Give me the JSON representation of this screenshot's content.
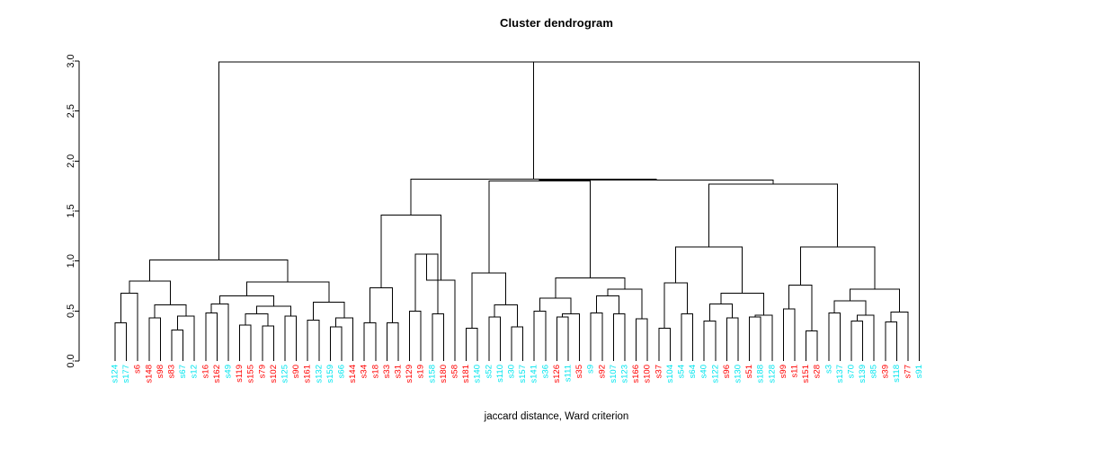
{
  "chart_data": {
    "type": "dendrogram",
    "title": "Cluster dendrogram",
    "xlabel": "jaccard distance, Ward criterion",
    "ylabel": "",
    "ylim": [
      0.0,
      3.0
    ],
    "yticks": [
      "0.0",
      "0.5",
      "1.0",
      "1.5",
      "2.0",
      "2.5",
      "3.0"
    ],
    "ytick_values": [
      0.0,
      0.5,
      1.0,
      1.5,
      2.0,
      2.5,
      3.0
    ],
    "grid": false,
    "legend": "none",
    "n_leaves": 72,
    "label_colors": {
      "group_a": "#00E5EE",
      "group_b": "#FF0000"
    },
    "leaves": [
      {
        "label": "s124",
        "color": "#00E5EE"
      },
      {
        "label": "s177",
        "color": "#00E5EE"
      },
      {
        "label": "s6",
        "color": "#FF0000"
      },
      {
        "label": "s148",
        "color": "#FF0000"
      },
      {
        "label": "s98",
        "color": "#FF0000"
      },
      {
        "label": "s83",
        "color": "#FF0000"
      },
      {
        "label": "s67",
        "color": "#00E5EE"
      },
      {
        "label": "s12",
        "color": "#00E5EE"
      },
      {
        "label": "s16",
        "color": "#FF0000"
      },
      {
        "label": "s162",
        "color": "#FF0000"
      },
      {
        "label": "s49",
        "color": "#00E5EE"
      },
      {
        "label": "s119",
        "color": "#FF0000"
      },
      {
        "label": "s155",
        "color": "#FF0000"
      },
      {
        "label": "s79",
        "color": "#FF0000"
      },
      {
        "label": "s102",
        "color": "#FF0000"
      },
      {
        "label": "s125",
        "color": "#00E5EE"
      },
      {
        "label": "s90",
        "color": "#FF0000"
      },
      {
        "label": "s161",
        "color": "#FF0000"
      },
      {
        "label": "s132",
        "color": "#00E5EE"
      },
      {
        "label": "s159",
        "color": "#00E5EE"
      },
      {
        "label": "s66",
        "color": "#00E5EE"
      },
      {
        "label": "s144",
        "color": "#FF0000"
      },
      {
        "label": "s34",
        "color": "#FF0000"
      },
      {
        "label": "s18",
        "color": "#FF0000"
      },
      {
        "label": "s33",
        "color": "#FF0000"
      },
      {
        "label": "s31",
        "color": "#FF0000"
      },
      {
        "label": "s129",
        "color": "#FF0000"
      },
      {
        "label": "s19",
        "color": "#FF0000"
      },
      {
        "label": "s158",
        "color": "#00E5EE"
      },
      {
        "label": "s180",
        "color": "#FF0000"
      },
      {
        "label": "s58",
        "color": "#FF0000"
      },
      {
        "label": "s181",
        "color": "#FF0000"
      },
      {
        "label": "s140",
        "color": "#00E5EE"
      },
      {
        "label": "s52",
        "color": "#00E5EE"
      },
      {
        "label": "s110",
        "color": "#00E5EE"
      },
      {
        "label": "s30",
        "color": "#00E5EE"
      },
      {
        "label": "s157",
        "color": "#00E5EE"
      },
      {
        "label": "s141",
        "color": "#00E5EE"
      },
      {
        "label": "s36",
        "color": "#00E5EE"
      },
      {
        "label": "s126",
        "color": "#FF0000"
      },
      {
        "label": "s111",
        "color": "#00E5EE"
      },
      {
        "label": "s35",
        "color": "#FF0000"
      },
      {
        "label": "s9",
        "color": "#00E5EE"
      },
      {
        "label": "s92",
        "color": "#FF0000"
      },
      {
        "label": "s107",
        "color": "#00E5EE"
      },
      {
        "label": "s123",
        "color": "#00E5EE"
      },
      {
        "label": "s166",
        "color": "#FF0000"
      },
      {
        "label": "s100",
        "color": "#FF0000"
      },
      {
        "label": "s37",
        "color": "#FF0000"
      },
      {
        "label": "s104",
        "color": "#00E5EE"
      },
      {
        "label": "s54",
        "color": "#00E5EE"
      },
      {
        "label": "s64",
        "color": "#00E5EE"
      },
      {
        "label": "s40",
        "color": "#00E5EE"
      },
      {
        "label": "s122",
        "color": "#00E5EE"
      },
      {
        "label": "s96",
        "color": "#FF0000"
      },
      {
        "label": "s130",
        "color": "#00E5EE"
      },
      {
        "label": "s51",
        "color": "#FF0000"
      },
      {
        "label": "s188",
        "color": "#00E5EE"
      },
      {
        "label": "s128",
        "color": "#00E5EE"
      },
      {
        "label": "s99",
        "color": "#FF0000"
      },
      {
        "label": "s11",
        "color": "#FF0000"
      },
      {
        "label": "s151",
        "color": "#FF0000"
      },
      {
        "label": "s28",
        "color": "#FF0000"
      },
      {
        "label": "s3",
        "color": "#00E5EE"
      },
      {
        "label": "s137",
        "color": "#00E5EE"
      },
      {
        "label": "s70",
        "color": "#00E5EE"
      },
      {
        "label": "s139",
        "color": "#00E5EE"
      },
      {
        "label": "s85",
        "color": "#00E5EE"
      },
      {
        "label": "s39",
        "color": "#FF0000"
      },
      {
        "label": "s118",
        "color": "#00E5EE"
      },
      {
        "label": "s77",
        "color": "#FF0000"
      },
      {
        "label": "s91",
        "color": "#00E5EE"
      }
    ],
    "merges": [
      {
        "id": "m1",
        "left": {
          "leaf": 0
        },
        "right": {
          "leaf": 1
        },
        "height": 0.38
      },
      {
        "id": "m2",
        "left": {
          "node": "m1"
        },
        "right": {
          "leaf": 2
        },
        "height": 0.68
      },
      {
        "id": "m3",
        "left": {
          "leaf": 3
        },
        "right": {
          "leaf": 4
        },
        "height": 0.43
      },
      {
        "id": "m4",
        "left": {
          "leaf": 5
        },
        "right": {
          "leaf": 6
        },
        "height": 0.31
      },
      {
        "id": "m5",
        "left": {
          "node": "m4"
        },
        "right": {
          "leaf": 7
        },
        "height": 0.45
      },
      {
        "id": "m6",
        "left": {
          "node": "m3"
        },
        "right": {
          "node": "m5"
        },
        "height": 0.56
      },
      {
        "id": "m7",
        "left": {
          "node": "m2"
        },
        "right": {
          "node": "m6"
        },
        "height": 0.8
      },
      {
        "id": "m8",
        "left": {
          "leaf": 8
        },
        "right": {
          "leaf": 9
        },
        "height": 0.48
      },
      {
        "id": "m9",
        "left": {
          "node": "m8"
        },
        "right": {
          "leaf": 10
        },
        "height": 0.57
      },
      {
        "id": "m10",
        "left": {
          "leaf": 11
        },
        "right": {
          "leaf": 12
        },
        "height": 0.36
      },
      {
        "id": "m11",
        "left": {
          "leaf": 13
        },
        "right": {
          "leaf": 14
        },
        "height": 0.35
      },
      {
        "id": "m12",
        "left": {
          "node": "m10"
        },
        "right": {
          "node": "m11"
        },
        "height": 0.47
      },
      {
        "id": "m13",
        "left": {
          "leaf": 15
        },
        "right": {
          "leaf": 16
        },
        "height": 0.45
      },
      {
        "id": "m14",
        "left": {
          "node": "m12"
        },
        "right": {
          "node": "m13"
        },
        "height": 0.55
      },
      {
        "id": "m15",
        "left": {
          "node": "m9"
        },
        "right": {
          "node": "m14"
        },
        "height": 0.65
      },
      {
        "id": "m16",
        "left": {
          "leaf": 17
        },
        "right": {
          "leaf": 18
        },
        "height": 0.41
      },
      {
        "id": "m17",
        "left": {
          "leaf": 19
        },
        "right": {
          "leaf": 20
        },
        "height": 0.34
      },
      {
        "id": "m18",
        "left": {
          "node": "m17"
        },
        "right": {
          "leaf": 21
        },
        "height": 0.43
      },
      {
        "id": "m19",
        "left": {
          "node": "m16"
        },
        "right": {
          "node": "m18"
        },
        "height": 0.59
      },
      {
        "id": "m20",
        "left": {
          "node": "m15"
        },
        "right": {
          "node": "m19"
        },
        "height": 0.79
      },
      {
        "id": "m21",
        "left": {
          "node": "m7"
        },
        "right": {
          "node": "m20"
        },
        "height": 1.01
      },
      {
        "id": "m22",
        "left": {
          "leaf": 22
        },
        "right": {
          "leaf": 23
        },
        "height": 0.38
      },
      {
        "id": "m23",
        "left": {
          "leaf": 24
        },
        "right": {
          "leaf": 25
        },
        "height": 0.38
      },
      {
        "id": "m24",
        "left": {
          "node": "m22"
        },
        "right": {
          "node": "m23"
        },
        "height": 0.73
      },
      {
        "id": "m25",
        "left": {
          "leaf": 26
        },
        "right": {
          "leaf": 27
        },
        "height": 0.5
      },
      {
        "id": "m26",
        "left": {
          "leaf": 28
        },
        "right": {
          "leaf": 29
        },
        "height": 0.47
      },
      {
        "id": "m27",
        "left": {
          "node": "m25"
        },
        "right": {
          "node": "m26"
        },
        "height": 1.07
      },
      {
        "id": "m28",
        "left": {
          "node": "m27"
        },
        "right": {
          "leaf": 30
        },
        "height": 0.81
      },
      {
        "id": "m29",
        "left": {
          "node": "m24"
        },
        "right": {
          "node": "m28"
        },
        "height": 1.46
      },
      {
        "id": "m30",
        "left": {
          "leaf": 31
        },
        "right": {
          "leaf": 32
        },
        "height": 0.33
      },
      {
        "id": "m31",
        "left": {
          "leaf": 33
        },
        "right": {
          "leaf": 34
        },
        "height": 0.44
      },
      {
        "id": "m32",
        "left": {
          "leaf": 35
        },
        "right": {
          "leaf": 36
        },
        "height": 0.34
      },
      {
        "id": "m33",
        "left": {
          "node": "m31"
        },
        "right": {
          "node": "m32"
        },
        "height": 0.56
      },
      {
        "id": "m34",
        "left": {
          "node": "m30"
        },
        "right": {
          "node": "m33"
        },
        "height": 0.88
      },
      {
        "id": "m35",
        "left": {
          "leaf": 37
        },
        "right": {
          "leaf": 38
        },
        "height": 0.5
      },
      {
        "id": "m36",
        "left": {
          "leaf": 39
        },
        "right": {
          "leaf": 40
        },
        "height": 0.44
      },
      {
        "id": "m37",
        "left": {
          "node": "m36"
        },
        "right": {
          "leaf": 41
        },
        "height": 0.47
      },
      {
        "id": "m38",
        "left": {
          "node": "m35"
        },
        "right": {
          "node": "m37"
        },
        "height": 0.63
      },
      {
        "id": "m39",
        "left": {
          "leaf": 42
        },
        "right": {
          "leaf": 43
        },
        "height": 0.48
      },
      {
        "id": "m40",
        "left": {
          "leaf": 44
        },
        "right": {
          "leaf": 45
        },
        "height": 0.47
      },
      {
        "id": "m41",
        "left": {
          "node": "m39"
        },
        "right": {
          "node": "m40"
        },
        "height": 0.65
      },
      {
        "id": "m42",
        "left": {
          "leaf": 46
        },
        "right": {
          "leaf": 47
        },
        "height": 0.42
      },
      {
        "id": "m43",
        "left": {
          "node": "m41"
        },
        "right": {
          "node": "m42"
        },
        "height": 0.72
      },
      {
        "id": "m44",
        "left": {
          "node": "m38"
        },
        "right": {
          "node": "m43"
        },
        "height": 0.83
      },
      {
        "id": "m45",
        "left": {
          "node": "m34"
        },
        "right": {
          "node": "m44"
        },
        "height": 1.8
      },
      {
        "id": "m46",
        "left": {
          "leaf": 48
        },
        "right": {
          "leaf": 49
        },
        "height": 0.33
      },
      {
        "id": "m47",
        "left": {
          "leaf": 50
        },
        "right": {
          "leaf": 51
        },
        "height": 0.47
      },
      {
        "id": "m48",
        "left": {
          "node": "m46"
        },
        "right": {
          "node": "m47"
        },
        "height": 0.78
      },
      {
        "id": "m49",
        "left": {
          "leaf": 52
        },
        "right": {
          "leaf": 53
        },
        "height": 0.4
      },
      {
        "id": "m50",
        "left": {
          "leaf": 54
        },
        "right": {
          "leaf": 55
        },
        "height": 0.43
      },
      {
        "id": "m51",
        "left": {
          "node": "m49"
        },
        "right": {
          "node": "m50"
        },
        "height": 0.57
      },
      {
        "id": "m52",
        "left": {
          "leaf": 56
        },
        "right": {
          "leaf": 57
        },
        "height": 0.44
      },
      {
        "id": "m53",
        "left": {
          "node": "m52"
        },
        "right": {
          "leaf": 58
        },
        "height": 0.46
      },
      {
        "id": "m54",
        "left": {
          "node": "m51"
        },
        "right": {
          "node": "m53"
        },
        "height": 0.68
      },
      {
        "id": "m55",
        "left": {
          "node": "m48"
        },
        "right": {
          "node": "m54"
        },
        "height": 1.14
      },
      {
        "id": "m56",
        "left": {
          "leaf": 59
        },
        "right": {
          "leaf": 60
        },
        "height": 0.52
      },
      {
        "id": "m57",
        "left": {
          "leaf": 61
        },
        "right": {
          "leaf": 62
        },
        "height": 0.3
      },
      {
        "id": "m58",
        "left": {
          "node": "m56"
        },
        "right": {
          "node": "m57"
        },
        "height": 0.76
      },
      {
        "id": "m59",
        "left": {
          "leaf": 63
        },
        "right": {
          "leaf": 64
        },
        "height": 0.48
      },
      {
        "id": "m60",
        "left": {
          "leaf": 65
        },
        "right": {
          "leaf": 66
        },
        "height": 0.4
      },
      {
        "id": "m61",
        "left": {
          "node": "m60"
        },
        "right": {
          "leaf": 67
        },
        "height": 0.46
      },
      {
        "id": "m62",
        "left": {
          "node": "m59"
        },
        "right": {
          "node": "m61"
        },
        "height": 0.6
      },
      {
        "id": "m63",
        "left": {
          "leaf": 68
        },
        "right": {
          "leaf": 69
        },
        "height": 0.39
      },
      {
        "id": "m64",
        "left": {
          "node": "m63"
        },
        "right": {
          "leaf": 70
        },
        "height": 0.49
      },
      {
        "id": "m65",
        "left": {
          "node": "m62"
        },
        "right": {
          "node": "m64"
        },
        "height": 0.72
      },
      {
        "id": "m66",
        "left": {
          "node": "m58"
        },
        "right": {
          "node": "m65"
        },
        "height": 1.14
      },
      {
        "id": "m67",
        "left": {
          "node": "m55"
        },
        "right": {
          "node": "m66"
        },
        "height": 1.77
      },
      {
        "id": "m68",
        "left": {
          "node": "m45"
        },
        "right": {
          "node": "m67"
        },
        "height": 1.81
      },
      {
        "id": "m69",
        "left": {
          "node": "m29"
        },
        "right": {
          "node": "m68"
        },
        "height": 1.82
      },
      {
        "id": "m70",
        "left": {
          "node": "m21"
        },
        "right": {
          "node": "m69"
        },
        "height": 2.99
      },
      {
        "id": "m71",
        "left": {
          "node": "m70"
        },
        "right": {
          "leaf": 71
        },
        "height": 2.99
      }
    ]
  },
  "plot_geometry": {
    "axis_x": 88,
    "axis_top_y": 68,
    "axis_bottom_y": 402,
    "leaf_start_x": 128,
    "leaf_spacing": 12.6,
    "label_top_y": 406
  }
}
